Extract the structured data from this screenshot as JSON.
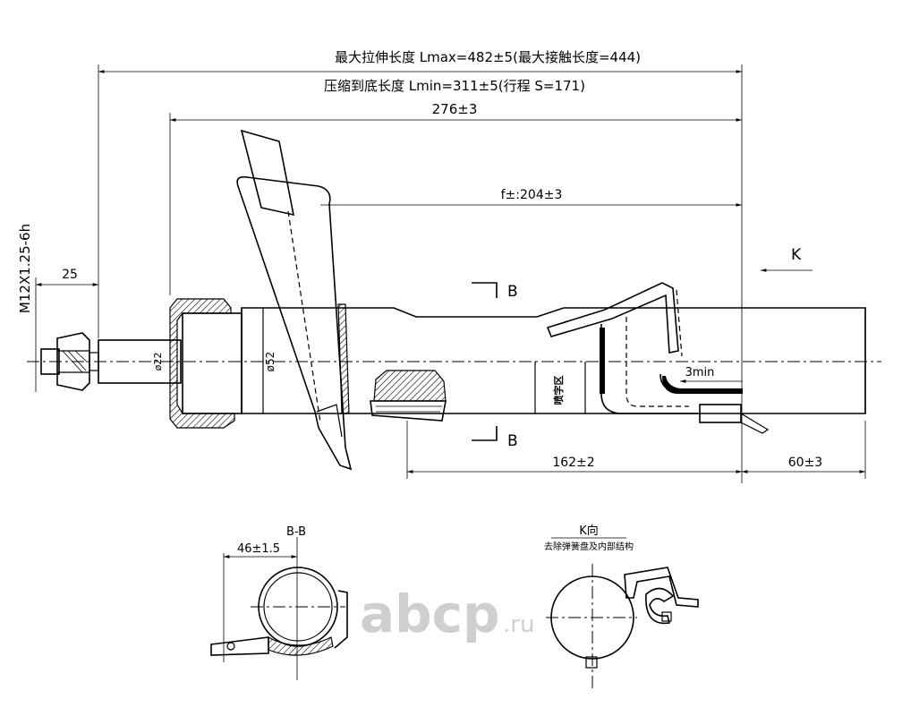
{
  "dimensions": {
    "max_extension": "最大拉伸长度 Lmax=482±5(最大接触长度=444)",
    "min_compression": "压缩到底长度 Lmin=311±5(行程 S=171)",
    "length_276": "276±3",
    "f_204": "f±:204±3",
    "thread": "M12X1.25-6h",
    "d25": "25",
    "d22": "ø22",
    "d52": "ø52",
    "d162": "162±2",
    "d60": "60±3",
    "d3min": "3min",
    "d46": "46±1.5"
  },
  "labels": {
    "section_b_top": "B",
    "section_b_bottom": "B",
    "view_k": "K",
    "marking_zone": "喷字区",
    "section_bb_title": "B-B",
    "view_k_title": "K向",
    "view_k_note": "去除弹簧盘及内部结构"
  },
  "watermark": {
    "brand": "abcp",
    "suffix": ".ru",
    "color": "#cfcfcf"
  }
}
